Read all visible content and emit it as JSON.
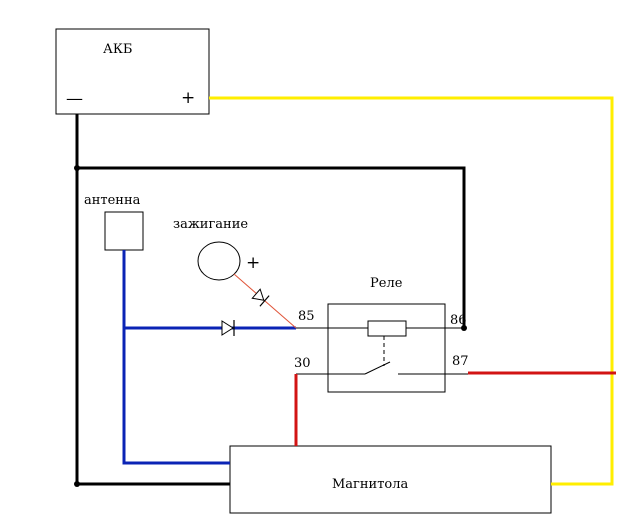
{
  "labels": {
    "battery": "АКБ",
    "battery_minus": "—",
    "battery_plus": "+",
    "antenna": "антенна",
    "ignition": "зажигание",
    "ignition_plus": "+",
    "relay": "Реле",
    "pin_85": "85",
    "pin_86": "86",
    "pin_30": "30",
    "pin_87": "87",
    "head_unit": "Магнитола"
  },
  "colors": {
    "ground": "#000000",
    "battery_positive": "#ffee00",
    "signal": "#0b24b5",
    "switched_power": "#d21414",
    "ignition_feed": "#e0553a",
    "outline": "#000000"
  }
}
